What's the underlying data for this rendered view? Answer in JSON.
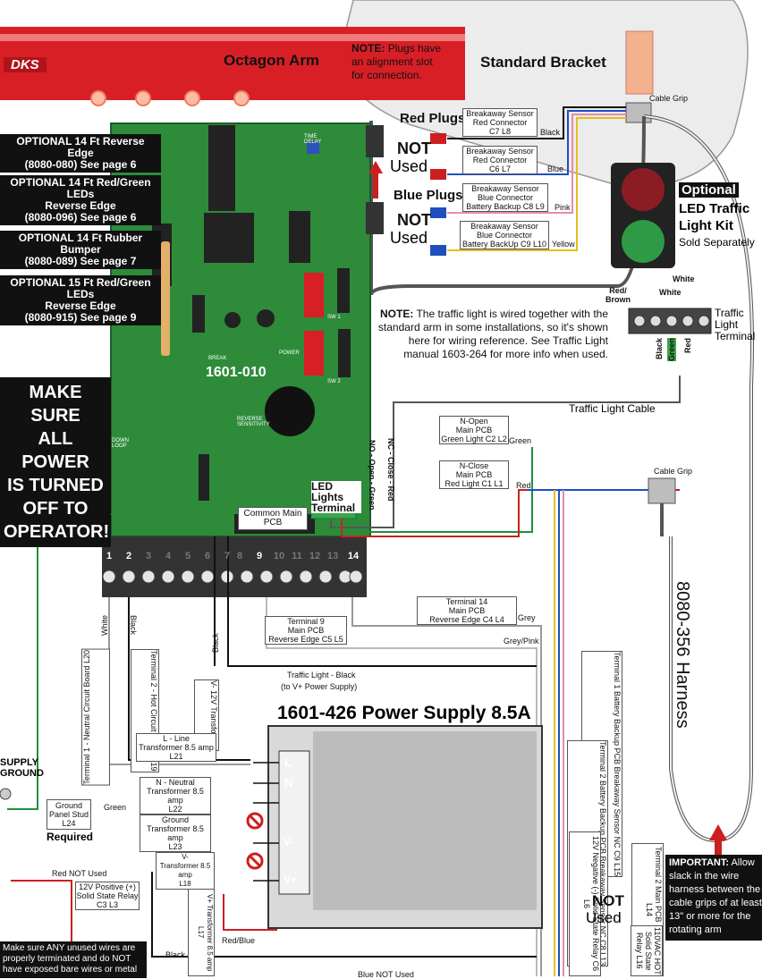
{
  "header": {
    "octagon_arm": "Octagon Arm",
    "note_label": "NOTE:",
    "note_text": "Plugs have an alignment slot for connection.",
    "standard_bracket": "Standard Bracket",
    "brand_logo": "DKS",
    "cable_grip_top": "Cable Grip"
  },
  "optional_callouts": [
    {
      "line1": "OPTIONAL 14 Ft Reverse Edge",
      "line2": "(8080-080) See page 6"
    },
    {
      "line1": "OPTIONAL 14 Ft Red/Green LEDs",
      "line2": "Reverse Edge",
      "line3": "(8080-096) See page 6"
    },
    {
      "line1": "OPTIONAL 14 Ft Rubber Bumper",
      "line2": "(8080-089) See page 7"
    },
    {
      "line1": "OPTIONAL 15 Ft Red/Green LEDs",
      "line2": "Reverse Edge",
      "line3": "(8080-915) See page 9"
    }
  ],
  "warning": {
    "line1": "MAKE SURE",
    "line2": "ALL POWER",
    "line3": "IS TURNED",
    "line4": "OFF TO",
    "line5": "OPERATOR!"
  },
  "board": {
    "model": "1601-010",
    "time_delay": "TIME DELAY",
    "sw1": "SW 1",
    "sw2": "SW 2",
    "power": "POWER",
    "break": "BREAK",
    "reverse_sensitivity": "REVERSE SENSITIVITY",
    "down_loop": "DOWN LOOP",
    "common_main_pcb": "Common Main PCB",
    "led_lights_terminal": "LED Lights Terminal"
  },
  "plugs": {
    "red_plugs": "Red Plugs",
    "blue_plugs": "Blue Plugs",
    "not_used_1": "NOT",
    "used_1": "Used",
    "not_used_2": "NOT",
    "used_2": "Used"
  },
  "breakaway": [
    {
      "line1": "Breakaway Sensor",
      "line2": "Red Connector",
      "line3": "C7 L8",
      "wire": "Black"
    },
    {
      "line1": "Breakaway Sensor",
      "line2": "Red Connector",
      "line3": "C6 L7",
      "wire": "Blue"
    },
    {
      "line1": "Breakaway Sensor",
      "line2": "Blue Connector",
      "line3": "Battery Backup C8 L9",
      "wire": "Pink"
    },
    {
      "line1": "Breakaway Sensor",
      "line2": "Blue Connector",
      "line3": "Battery BackUp C9 L10",
      "wire": "Yellow"
    }
  ],
  "traffic_light": {
    "optional": "Optional",
    "title_line1": "LED Traffic",
    "title_line2": "Light Kit",
    "sold_separately": "Sold Separately",
    "white1": "White",
    "white2": "White",
    "red_brown": "Red/ Brown",
    "terminal": "Traffic Light Terminal",
    "black": "Black",
    "green": "Green",
    "red": "Red",
    "cable": "Traffic Light Cable",
    "note_label": "NOTE:",
    "note_text": "The traffic light is wired together with the standard arm in some installations, so it's shown here for wiring reference. See Traffic Light manual 1603-264 for more info when used."
  },
  "nc_label": "NC - Close - Red",
  "no_label": "NO - Open - Green",
  "main_boxes": {
    "n_open": {
      "line1": "N-Open",
      "line2": "Main PCB",
      "line3": "Green Light C2 L2",
      "wire": "Green"
    },
    "n_close": {
      "line1": "N-Close",
      "line2": "Main PCB",
      "line3": "Red Light C1 L1",
      "wire": "Red"
    },
    "cable_grip": "Cable Grip",
    "terminal14": {
      "line1": "Terminal 14",
      "line2": "Main PCB",
      "line3": "Reverse Edge C4 L4",
      "wire": "Grey"
    },
    "terminal9": {
      "line1": "Terminal 9",
      "line2": "Main PCB",
      "line3": "Reverse Edge C5 L5"
    },
    "grey_pink": "Grey/Pink",
    "traffic_black": "Traffic Light - Black",
    "traffic_black2": "(to V+ Power Supply)"
  },
  "harness": {
    "line1": "8080-356",
    "line2": "Harness"
  },
  "terminals": [
    "1",
    "2",
    "3",
    "4",
    "5",
    "6",
    "7",
    "8",
    "9",
    "10",
    "11",
    "12",
    "13",
    "14"
  ],
  "left_wires": {
    "white": "White",
    "black": "Black",
    "t1_neutral": "Terminal 1 - Neutral Circuit Board L20",
    "t2_hot": "Terminal 2 - Hot Circuit Board L19",
    "black2": "Black",
    "transformer_v": "V- 12V Transformer",
    "supply_ground_1": "SUPPLY",
    "supply_ground_2": "GROUND",
    "ground_panel": "Ground Panel Stud L24",
    "required": "Required",
    "green": "Green"
  },
  "power_supply": {
    "title": "1601-426 Power Supply 8.5A",
    "l_line": {
      "line1": "L - Line",
      "line2": "Transformer 8.5 amp",
      "line3": "L21"
    },
    "n_neutral": {
      "line1": "N - Neutral",
      "line2": "Transformer 8.5 amp",
      "line3": "L22"
    },
    "ground": {
      "line1": "Ground",
      "line2": "Transformer 8.5 amp",
      "line3": "L23"
    },
    "v_minus": {
      "line1": "V-",
      "line2": "Transformer 8.5 amp",
      "line3": "L18"
    },
    "v_plus": "V+ Transformer 8.5 amp L17",
    "term_l": "L",
    "term_n": "N",
    "term_vminus": "V-",
    "term_vplus": "V+"
  },
  "right_labels": {
    "battery1": "Terminal 1 Battery Backup PCB Breakaway Sensor NC C9 L15",
    "battery2": "Terminal 2 Battery Backup PCB Breakaway Sensor NC C8 L13",
    "v12_negative": "12V Negative (-) Solid State Relay C6 L6",
    "term2_hot": "Terminal 2 Main PCB 110VAC HOT L14",
    "ac_hot": "110VAC HOT Solid State Relay L16",
    "not": "NOT",
    "used": "Used"
  },
  "bottom": {
    "red_not_used": "Red NOT Used",
    "positive_relay": {
      "line1": "12V Positive (+)",
      "line2": "Solid State Relay",
      "line3": "C3 L3"
    },
    "red_blue": "Red/Blue",
    "black": "Black",
    "blue_not_used": "Blue NOT Used",
    "warning_text": "Make sure ANY unused wires are properly terminated and do NOT have exposed bare wires or metal"
  },
  "important": {
    "label": "IMPORTANT:",
    "text": "Allow slack in the wire harness between the cable grips of at least 13\" or more for the rotating arm"
  },
  "colors": {
    "pcb_green": "#2e8b3a",
    "arm_red": "#d81f26",
    "wire_red": "#cc1f1f",
    "wire_green": "#1f8f3a",
    "wire_blue": "#1f4fbf",
    "wire_yellow": "#e0c21a",
    "wire_pink": "#e88aa8"
  }
}
